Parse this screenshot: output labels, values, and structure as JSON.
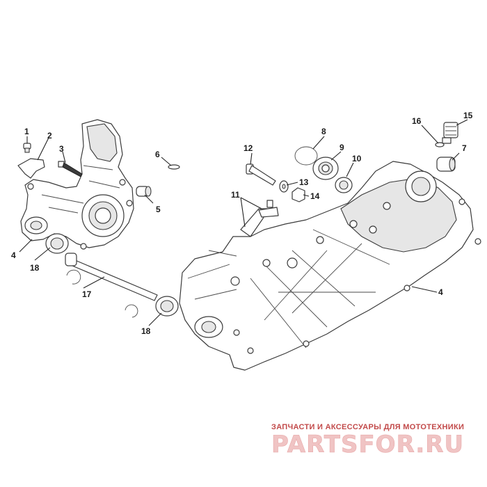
{
  "callouts": {
    "c1": "1",
    "c2": "2",
    "c3": "3",
    "c4a": "4",
    "c4b": "4",
    "c5": "5",
    "c6": "6",
    "c7": "7",
    "c8": "8",
    "c9": "9",
    "c10": "10",
    "c11": "11",
    "c12": "12",
    "c13": "13",
    "c14": "14",
    "c15": "15",
    "c16": "16",
    "c17": "17",
    "c18a": "18",
    "c18b": "18"
  },
  "watermark": {
    "tagline": "ЗАПЧАСТИ И АКСЕССУАРЫ ДЛЯ МОТОТЕХНИКИ",
    "logo": "PARTSFOR.RU"
  },
  "colors": {
    "line": "#3a3a3a",
    "watermark_text": "#c24a4a",
    "watermark_logo": "#f0c4c4"
  }
}
